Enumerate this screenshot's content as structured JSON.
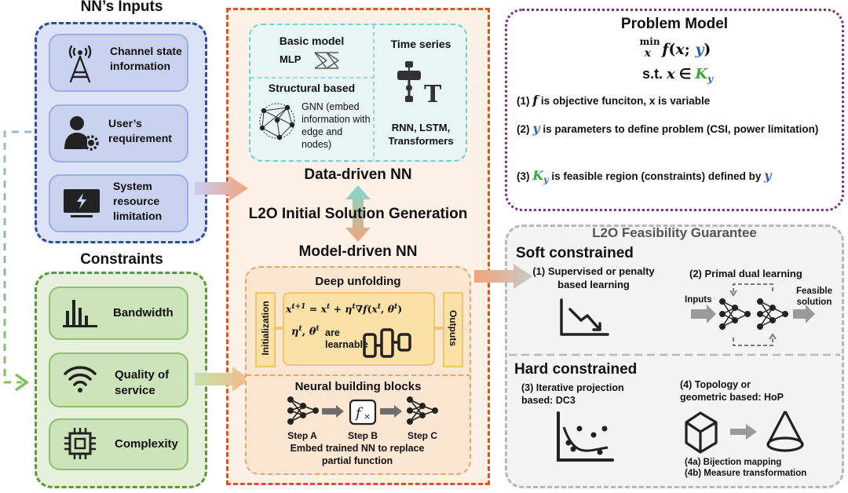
{
  "inputs": {
    "title": "NN’s Inputs",
    "items": [
      {
        "label": "Channel state information",
        "icon": "antenna-tower-icon"
      },
      {
        "label": "User’s requirement",
        "icon": "user-gear-icon"
      },
      {
        "label": "System resource limitation",
        "icon": "monitor-power-icon"
      }
    ]
  },
  "constraints": {
    "title": "Constraints",
    "items": [
      {
        "label": "Bandwidth",
        "icon": "bar-chart-icon"
      },
      {
        "label": "Quality of service",
        "icon": "wifi-icon"
      },
      {
        "label": "Complexity",
        "icon": "cpu-chip-icon"
      }
    ]
  },
  "data_driven": {
    "title": "Data-driven NN",
    "basic_title": "Basic model",
    "basic_model": "MLP",
    "time_series_title": "Time series",
    "time_series_models": "RNN, LSTM, Transformers",
    "structural_title": "Structural based",
    "structural_desc": "GNN (embed information with edge and nodes)"
  },
  "generation_title": "L2O Initial Solution Generation",
  "model_driven": {
    "title": "Model-driven NN",
    "unfolding_title": "Deep unfolding",
    "init_label": "Initialization",
    "outputs_label": "Outputs",
    "learnable_text": "are learnable",
    "nbb_title": "Neural building blocks",
    "steps": [
      "Step A",
      "Step B",
      "Step C"
    ],
    "nbb_desc": "Embed trained NN to replace partial function"
  },
  "problem": {
    "title": "Problem Model",
    "points": [
      "is objective funciton, x is variable",
      "is parameters to define problem (CSI, power limitation)",
      "is feasible region (constraints) defined by"
    ]
  },
  "feasibility": {
    "title": "L2O Feasibility Guarantee",
    "soft_title": "Soft constrained",
    "soft1": "(1) Supervised or penalty based learning",
    "soft2": "(2) Primal dual learning",
    "inputs_label": "Inputs",
    "feasible_label": "Feasible solution",
    "hard_title": "Hard constrained",
    "hard3": "(3) Iterative projection based: DC3",
    "hard4": "(4) Topology or geometric based: HoP",
    "hard4a": "(4a) Bijection mapping",
    "hard4b": "(4b) Measure transformation"
  },
  "colors": {
    "inputs_border": "#2a4fa0",
    "constraints_border": "#5a9a3a",
    "center_border": "#e0521c",
    "problem_border": "#7b2a8e",
    "feasibility_border": "#a8a8a8",
    "data_driven_border": "#6fd3cc",
    "model_driven_border": "#e8a46a",
    "var_blue": "#2e63b8",
    "var_green": "#3aa53a"
  }
}
